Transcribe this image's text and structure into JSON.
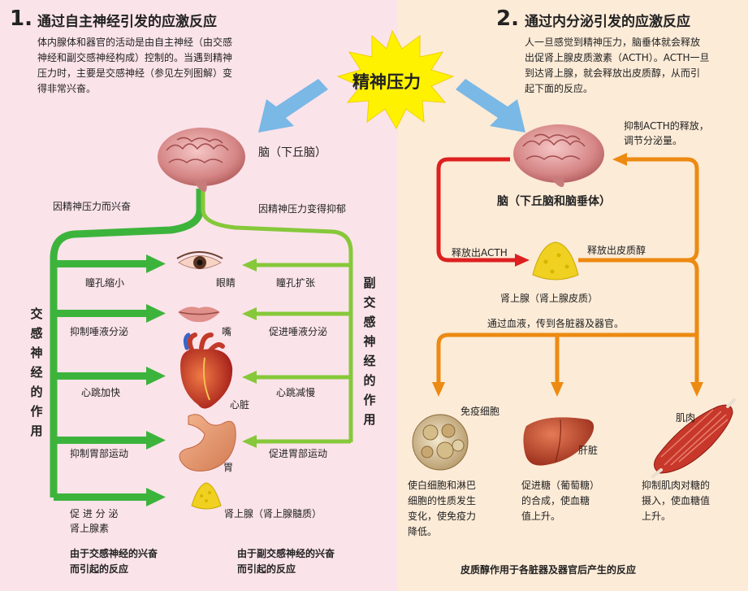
{
  "stress_label": "精神压力",
  "left": {
    "number": "1.",
    "title": "通过自主神经引发的应激反应",
    "intro_lines": [
      "体内腺体和器官的活动是由自主神经（由交感",
      "神经和副交感神经构成）控制的。当遇到精神",
      "压力时，主要是交感神经（参见左列图解）变",
      "得非常兴奋。"
    ],
    "brain_label": "脑（下丘脑）",
    "excited_label": "因精神压力而兴奋",
    "depressed_label": "因精神压力变得抑郁",
    "sympathetic_vertical": "交感神经的作用",
    "parasympathetic_vertical": "副交感神经的作用",
    "organs": [
      {
        "organ": "眼睛",
        "sympathetic": "瞳孔缩小",
        "parasympathetic": "瞳孔扩张"
      },
      {
        "organ": "嘴",
        "sympathetic": "抑制唾液分泌",
        "parasympathetic": "促进唾液分泌"
      },
      {
        "organ": "心脏",
        "sympathetic": "心跳加快",
        "parasympathetic": "心跳减慢"
      },
      {
        "organ": "胃",
        "sympathetic": "抑制胃部运动",
        "parasympathetic": "促进胃部运动"
      },
      {
        "organ": "肾上腺（肾上腺髓质）",
        "sympathetic_lines": [
          "促 进 分 泌",
          "肾上腺素"
        ]
      }
    ],
    "caption_sympathetic_lines": [
      "由于交感神经的兴奋",
      "而引起的反应"
    ],
    "caption_parasympathetic_lines": [
      "由于副交感神经的兴奋",
      "而引起的反应"
    ]
  },
  "right": {
    "number": "2.",
    "title": "通过内分泌引发的应激反应",
    "intro_lines": [
      "人一旦感觉到精神压力，脑垂体就会释放",
      "出促肾上腺皮质激素（ACTH）。ACTH一旦",
      "到达肾上腺，就会释放出皮质醇，从而引",
      "起下面的反应。"
    ],
    "feedback_lines": [
      "抑制ACTH的释放，",
      "调节分泌量。"
    ],
    "brain_label": "脑（下丘脑和脑垂体）",
    "release_acth": "释放出ACTH",
    "release_cortisol": "释放出皮质醇",
    "adrenal_label": "肾上腺（肾上腺皮质）",
    "blood_label": "通过血液，传到各脏器及器官。",
    "targets": [
      {
        "name": "免疫细胞",
        "effect_lines": [
          "使白细胞和淋巴",
          "细胞的性质发生",
          "变化，使免疫力",
          "降低。"
        ]
      },
      {
        "name": "肝脏",
        "effect_lines": [
          "促进糖（葡萄糖）",
          "的合成，使血糖",
          "值上升。"
        ]
      },
      {
        "name": "肌肉",
        "effect_lines": [
          "抑制肌肉对糖的",
          "摄入，使血糖值",
          "上升。"
        ]
      }
    ],
    "caption": "皮质醇作用于各脏器及器官后产生的反应"
  },
  "colors": {
    "green": "#3cb43c",
    "light_green": "#86c83a",
    "red": "#dd2020",
    "orange": "#ec8a12",
    "blue_arrow": "#7ab8e6",
    "burst": "#fff200"
  }
}
